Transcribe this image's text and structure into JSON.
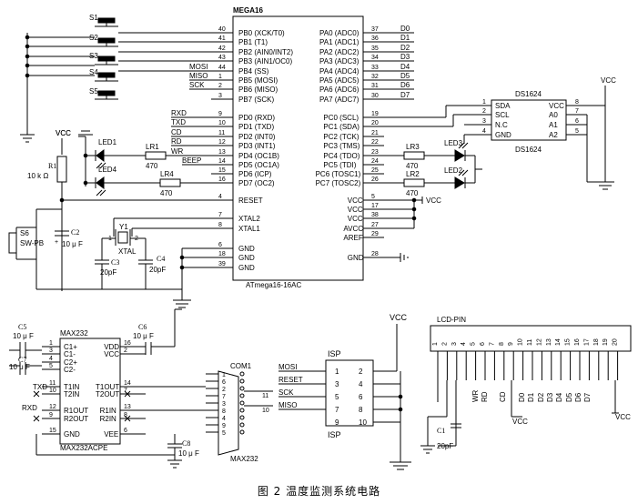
{
  "caption": "图 2   温度监测系统电路",
  "mcu": {
    "name": "MEGA16",
    "part": "ATmega16-16AC",
    "left_pins": [
      {
        "no": "40",
        "name": "PB0 (XCK/T0)"
      },
      {
        "no": "41",
        "name": "PB1 (T1)"
      },
      {
        "no": "42",
        "name": "PB2 (AIN0/INT2)"
      },
      {
        "no": "43",
        "name": "PB3 (AIN1/OC0)"
      },
      {
        "no": "44",
        "name": "PB4 (SS)"
      },
      {
        "no": "1",
        "name": "PB5 (MOSI)"
      },
      {
        "no": "2",
        "name": "PB6 (MISO)"
      },
      {
        "no": "3",
        "name": "PB7 (SCK)"
      },
      {
        "no": "9",
        "name": "PD0 (RXD)"
      },
      {
        "no": "10",
        "name": "PD1 (TXD)"
      },
      {
        "no": "11",
        "name": "PD2 (INT0)"
      },
      {
        "no": "12",
        "name": "PD3 (INT1)"
      },
      {
        "no": "13",
        "name": "PD4 (OC1B)"
      },
      {
        "no": "14",
        "name": "PD5 (OC1A)"
      },
      {
        "no": "15",
        "name": "PD6 (ICP)"
      },
      {
        "no": "16",
        "name": "PD7 (OC2)"
      },
      {
        "no": "4",
        "name": "RESET"
      },
      {
        "no": "7",
        "name": "XTAL2"
      },
      {
        "no": "8",
        "name": "XTAL1"
      },
      {
        "no": "6",
        "name": "GND"
      },
      {
        "no": "18",
        "name": "GND"
      },
      {
        "no": "39",
        "name": "GND"
      }
    ],
    "right_pins": [
      {
        "no": "37",
        "name": "PA0 (ADC0)",
        "net": "D0"
      },
      {
        "no": "36",
        "name": "PA1 (ADC1)",
        "net": "D1"
      },
      {
        "no": "35",
        "name": "PA2 (ADC2)",
        "net": "D2"
      },
      {
        "no": "34",
        "name": "PA3 (ADC3)",
        "net": "D3"
      },
      {
        "no": "33",
        "name": "PA4 (ADC4)",
        "net": "D4"
      },
      {
        "no": "32",
        "name": "PA5 (ADC5)",
        "net": "D5"
      },
      {
        "no": "31",
        "name": "PA6 (ADC6)",
        "net": "D6"
      },
      {
        "no": "30",
        "name": "PA7 (ADC7)",
        "net": "D7"
      },
      {
        "no": "19",
        "name": "PC0 (SCL)",
        "net": ""
      },
      {
        "no": "20",
        "name": "PC1 (SDA)",
        "net": ""
      },
      {
        "no": "21",
        "name": "PC2 (TCK)",
        "net": ""
      },
      {
        "no": "22",
        "name": "PC3 (TMS)",
        "net": ""
      },
      {
        "no": "23",
        "name": "PC4 (TDO)",
        "net": ""
      },
      {
        "no": "24",
        "name": "PC5 (TDI)",
        "net": ""
      },
      {
        "no": "25",
        "name": "PC6 (TOSC1)",
        "net": ""
      },
      {
        "no": "26",
        "name": "PC7 (TOSC2)",
        "net": ""
      },
      {
        "no": "5",
        "name": "VCC",
        "net": "VCC"
      },
      {
        "no": "17",
        "name": "VCC",
        "net": ""
      },
      {
        "no": "38",
        "name": "VCC",
        "net": ""
      },
      {
        "no": "27",
        "name": "AVCC",
        "net": ""
      },
      {
        "no": "29",
        "name": "AREF",
        "net": ""
      },
      {
        "no": "28",
        "name": "GND",
        "net": ""
      }
    ],
    "left_nets": [
      "MOSI",
      "MISO",
      "SCK",
      "RXD",
      "TXD",
      "CD",
      "RD",
      "WR",
      "BEEP"
    ]
  },
  "switches": [
    "S1",
    "S2",
    "S3",
    "S4",
    "S5"
  ],
  "reset": {
    "vcc": "VCC",
    "r_name": "R1",
    "r_value": "10 k Ω",
    "sw_name": "S6",
    "sw_value": "SW-PB",
    "c_name": "C2",
    "c_value": "10 μ F"
  },
  "leds_left": [
    {
      "led": "LED1",
      "r": "LR1",
      "value": "470"
    },
    {
      "led": "LED4",
      "r": "LR4",
      "value": "470"
    }
  ],
  "leds_right": [
    {
      "led": "LED3",
      "r": "LR3",
      "value": "470"
    },
    {
      "led": "LED2",
      "r": "LR2",
      "value": "470"
    }
  ],
  "crystal": {
    "name": "Y1",
    "label": "XTAL",
    "c3": "C3",
    "c3_value": "20pF",
    "c4": "C4",
    "c4_value": "20pF",
    "pin1": "1",
    "pin2": "2"
  },
  "ds1624": {
    "name": "DS1624",
    "left_pins": [
      {
        "no": "1",
        "name": "SDA"
      },
      {
        "no": "2",
        "name": "SCL"
      },
      {
        "no": "3",
        "name": "N.C"
      },
      {
        "no": "4",
        "name": "GND"
      }
    ],
    "right_pins": [
      {
        "no": "8",
        "name": "VCC"
      },
      {
        "no": "7",
        "name": "A0"
      },
      {
        "no": "6",
        "name": "A1"
      },
      {
        "no": "5",
        "name": "A2"
      }
    ],
    "vcc": "VCC"
  },
  "max232": {
    "name": "MAX232",
    "part": "MAX232ACPE",
    "left_pins": [
      {
        "no": "1",
        "name": "C1+"
      },
      {
        "no": "3",
        "name": "C1-"
      },
      {
        "no": "4",
        "name": "C2+"
      },
      {
        "no": "5",
        "name": "C2-"
      },
      {
        "no": "11",
        "name": "T1IN"
      },
      {
        "no": "10",
        "name": "T2IN"
      },
      {
        "no": "12",
        "name": "R1OUT"
      },
      {
        "no": "9",
        "name": "R2OUT"
      },
      {
        "no": "15",
        "name": "GND"
      }
    ],
    "right_pins": [
      {
        "no": "16",
        "name": "VDD"
      },
      {
        "no": "2",
        "name": "VCC"
      },
      {
        "no": "14",
        "name": "T1OUT"
      },
      {
        "no": "7",
        "name": "T2OUT"
      },
      {
        "no": "13",
        "name": "R1IN"
      },
      {
        "no": "8",
        "name": "R2IN"
      },
      {
        "no": "6",
        "name": "VEE"
      }
    ],
    "c5": "C5",
    "c5_value": "10 μ F",
    "c6": "C6",
    "c6_value": "10 μ F",
    "c7": "C7",
    "c7_value": "10 μ F",
    "c8": "C8",
    "c8_value": "10 μ F",
    "net_txd": "TXD",
    "net_rxd": "RXD"
  },
  "com": {
    "name": "COM1",
    "part": "MAX232",
    "pins": [
      "1",
      "6",
      "2",
      "7",
      "3",
      "8",
      "4",
      "9",
      "5"
    ],
    "ext": [
      "11",
      "10"
    ]
  },
  "isp": {
    "title": "ISP",
    "name": "ISP",
    "vcc": "VCC",
    "rows": [
      {
        "net": "MOSI",
        "l": "1",
        "r": "2"
      },
      {
        "net": "RESET",
        "l": "3",
        "r": "4"
      },
      {
        "net": "SCK",
        "l": "5",
        "r": "6"
      },
      {
        "net": "MISO",
        "l": "7",
        "r": "8"
      },
      {
        "net": "",
        "l": "9",
        "r": "10"
      }
    ]
  },
  "lcd": {
    "name": "LCD-PIN",
    "pins": [
      "1",
      "2",
      "3",
      "4",
      "5",
      "6",
      "7",
      "8",
      "9",
      "10",
      "11",
      "12",
      "13",
      "14",
      "15",
      "16",
      "17",
      "18",
      "19",
      "20"
    ],
    "nets": [
      "WR",
      "RD",
      "CD",
      "D0",
      "D1",
      "D2",
      "D3",
      "D4",
      "D5",
      "D6",
      "D7"
    ],
    "vcc": "VCC",
    "c1": "C1",
    "c1_value": "20pF"
  }
}
